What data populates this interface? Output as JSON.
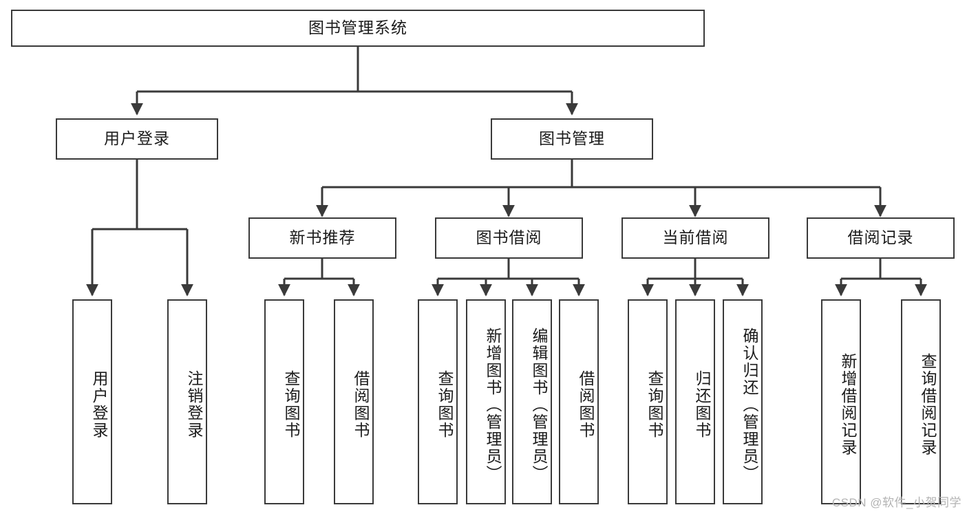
{
  "diagram": {
    "title": "图书管理系统",
    "type": "tree",
    "watermark": "CSDN @软件_小贺同学",
    "colors": {
      "stroke": "#3a3a3a",
      "text": "#1b1b1b",
      "background": "#ffffff",
      "watermark": "#b3b3b3"
    },
    "root": {
      "label": "图书管理系统"
    },
    "level2": [
      {
        "label": "用户登录"
      },
      {
        "label": "图书管理"
      }
    ],
    "level3": [
      {
        "label": "新书推荐"
      },
      {
        "label": "图书借阅"
      },
      {
        "label": "当前借阅"
      },
      {
        "label": "借阅记录"
      }
    ],
    "leaves_user_login": [
      {
        "label": "用户登录"
      },
      {
        "label": "注销登录"
      }
    ],
    "leaves_new_book": [
      {
        "label": "查询图书"
      },
      {
        "label": "借阅图书"
      }
    ],
    "leaves_borrow": [
      {
        "label": "查询图书"
      },
      {
        "label": "新增图书（管理员）"
      },
      {
        "label": "编辑图书（管理员）"
      },
      {
        "label": "借阅图书"
      }
    ],
    "leaves_current": [
      {
        "label": "查询图书"
      },
      {
        "label": "归还图书"
      },
      {
        "label": "确认归还（管理员）"
      }
    ],
    "leaves_records": [
      {
        "label": "新增借阅记录"
      },
      {
        "label": "查询借阅记录"
      }
    ]
  }
}
